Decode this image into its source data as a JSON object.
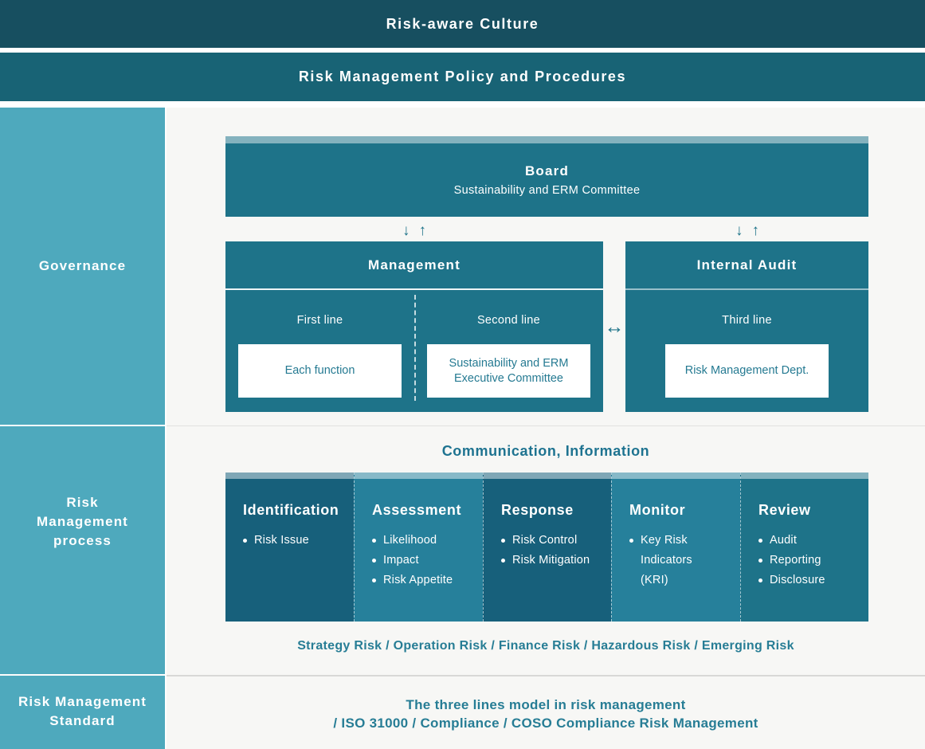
{
  "banners": {
    "culture": "Risk-aware Culture",
    "policy": "Risk Management Policy and Procedures"
  },
  "sidebar": {
    "governance": "Governance",
    "process": "Risk Management process",
    "standard": "Risk Management Standard"
  },
  "governance": {
    "board": {
      "title": "Board",
      "subtitle": "Sustainability and ERM Committee"
    },
    "management": {
      "title": "Management",
      "first_line": {
        "label": "First line",
        "box": "Each function"
      },
      "second_line": {
        "label": "Second line",
        "box": "Sustainability and ERM Executive Committee"
      }
    },
    "internal_audit": {
      "title": "Internal Audit",
      "third_line": {
        "label": "Third line",
        "box": "Risk Management Dept."
      }
    }
  },
  "icons": {
    "arrow_down": "↓",
    "arrow_up": "↑",
    "arrow_leftright": "↔"
  },
  "process": {
    "communication": "Communication, Information",
    "steps": [
      {
        "title": "Identification",
        "bullets": [
          "Risk Issue"
        ]
      },
      {
        "title": "Assessment",
        "bullets": [
          "Likelihood",
          "Impact",
          "Risk Appetite"
        ]
      },
      {
        "title": "Response",
        "bullets": [
          "Risk Control",
          "Risk Mitigation"
        ]
      },
      {
        "title": "Monitor",
        "bullets": [
          "Key Risk Indicators (KRI)"
        ]
      },
      {
        "title": "Review",
        "bullets": [
          "Audit",
          "Reporting",
          "Disclosure"
        ]
      }
    ],
    "risk_types": "Strategy Risk / Operation Risk / Finance Risk / Hazardous Risk / Emerging Risk"
  },
  "standard": {
    "line1": "The three lines model in risk management",
    "line2": "/ ISO 31000 / Compliance / COSO Compliance Risk Management"
  },
  "colors": {
    "banner_dark": "#174F60",
    "banner_teal": "#186375",
    "sidebar_teal": "#4EA9BD",
    "box_teal": "#1E7389",
    "column_dark": "#17607B",
    "column_light": "#26809B",
    "column_review": "#1E7389",
    "accent_text": "#1E7390",
    "main_background": "#F7F7F5"
  }
}
